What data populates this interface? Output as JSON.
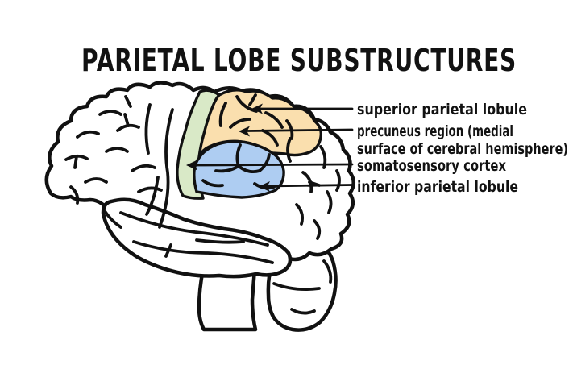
{
  "title": "PARIETAL LOBE SUBSTRUCTURES",
  "diagram": {
    "background": "#ffffff",
    "ink": "#111111",
    "region_fills": {
      "superior_parietal_precuneus": "#fadfae",
      "somatosensory_cortex": "#d9e9c7",
      "inferior_parietal_lobule": "#aecdf2"
    },
    "labels": [
      {
        "id": "superior-parietal-lobule",
        "lines": [
          "superior parietal lobule"
        ],
        "target_fill": "#fadfae"
      },
      {
        "id": "precuneus-region",
        "lines": [
          "precuneus region (medial",
          "surface of cerebral hemisphere)"
        ],
        "target_fill": "#fadfae"
      },
      {
        "id": "somatosensory-cortex",
        "lines": [
          "somatosensory cortex"
        ],
        "target_fill": "#d9e9c7"
      },
      {
        "id": "inferior-parietal-lobule",
        "lines": [
          "inferior parietal lobule"
        ],
        "target_fill": "#aecdf2"
      }
    ]
  }
}
